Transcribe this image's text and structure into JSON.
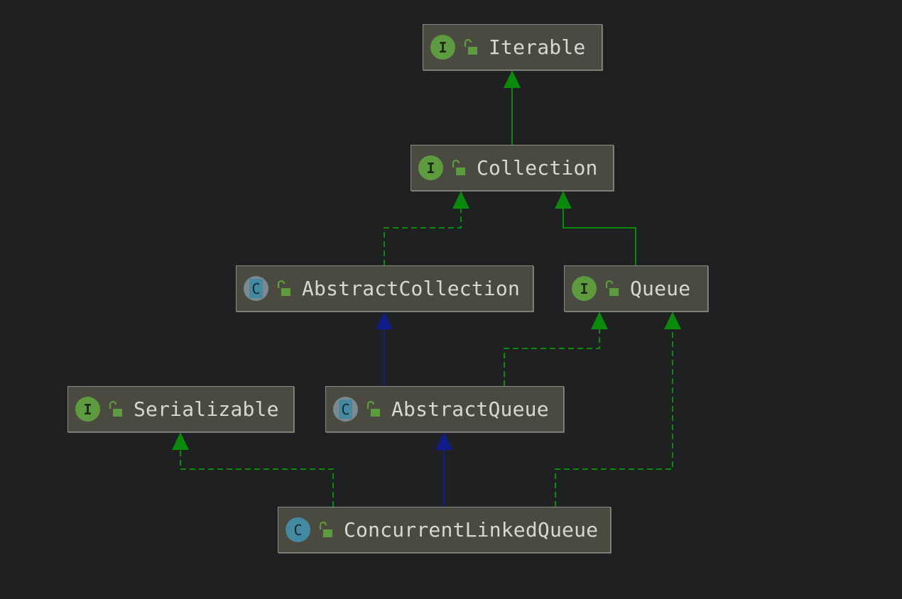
{
  "diagram": {
    "kind_letters": {
      "interface": "I",
      "class": "C"
    },
    "colors": {
      "background": "#1f2022",
      "node_fill": "#4b4a40",
      "node_border": "#8a8a86",
      "interface_badge": "#5d9b3e",
      "class_badge": "#43899f",
      "implements_edge": "#0a8a0a",
      "extends_interface_edge": "#0a8a0a",
      "extends_class_edge": "#101c8c",
      "label_text": "#d8d8d2"
    },
    "nodes": {
      "iterable": {
        "label": "Iterable",
        "kind": "interface"
      },
      "collection": {
        "label": "Collection",
        "kind": "interface"
      },
      "abstract_collection": {
        "label": "AbstractCollection",
        "kind": "abstract-class"
      },
      "queue": {
        "label": "Queue",
        "kind": "interface"
      },
      "serializable": {
        "label": "Serializable",
        "kind": "interface"
      },
      "abstract_queue": {
        "label": "AbstractQueue",
        "kind": "abstract-class"
      },
      "concurrent_linked_queue": {
        "label": "ConcurrentLinkedQueue",
        "kind": "class"
      }
    },
    "edges": [
      {
        "from": "Collection",
        "to": "Iterable",
        "relation": "extends",
        "style": "solid"
      },
      {
        "from": "AbstractCollection",
        "to": "Collection",
        "relation": "implements",
        "style": "dashed"
      },
      {
        "from": "Queue",
        "to": "Collection",
        "relation": "extends",
        "style": "solid"
      },
      {
        "from": "AbstractQueue",
        "to": "AbstractCollection",
        "relation": "extends",
        "style": "solid"
      },
      {
        "from": "AbstractQueue",
        "to": "Queue",
        "relation": "implements",
        "style": "dashed"
      },
      {
        "from": "ConcurrentLinkedQueue",
        "to": "AbstractQueue",
        "relation": "extends",
        "style": "solid"
      },
      {
        "from": "ConcurrentLinkedQueue",
        "to": "Serializable",
        "relation": "implements",
        "style": "dashed"
      },
      {
        "from": "ConcurrentLinkedQueue",
        "to": "Queue",
        "relation": "implements",
        "style": "dashed"
      }
    ]
  }
}
